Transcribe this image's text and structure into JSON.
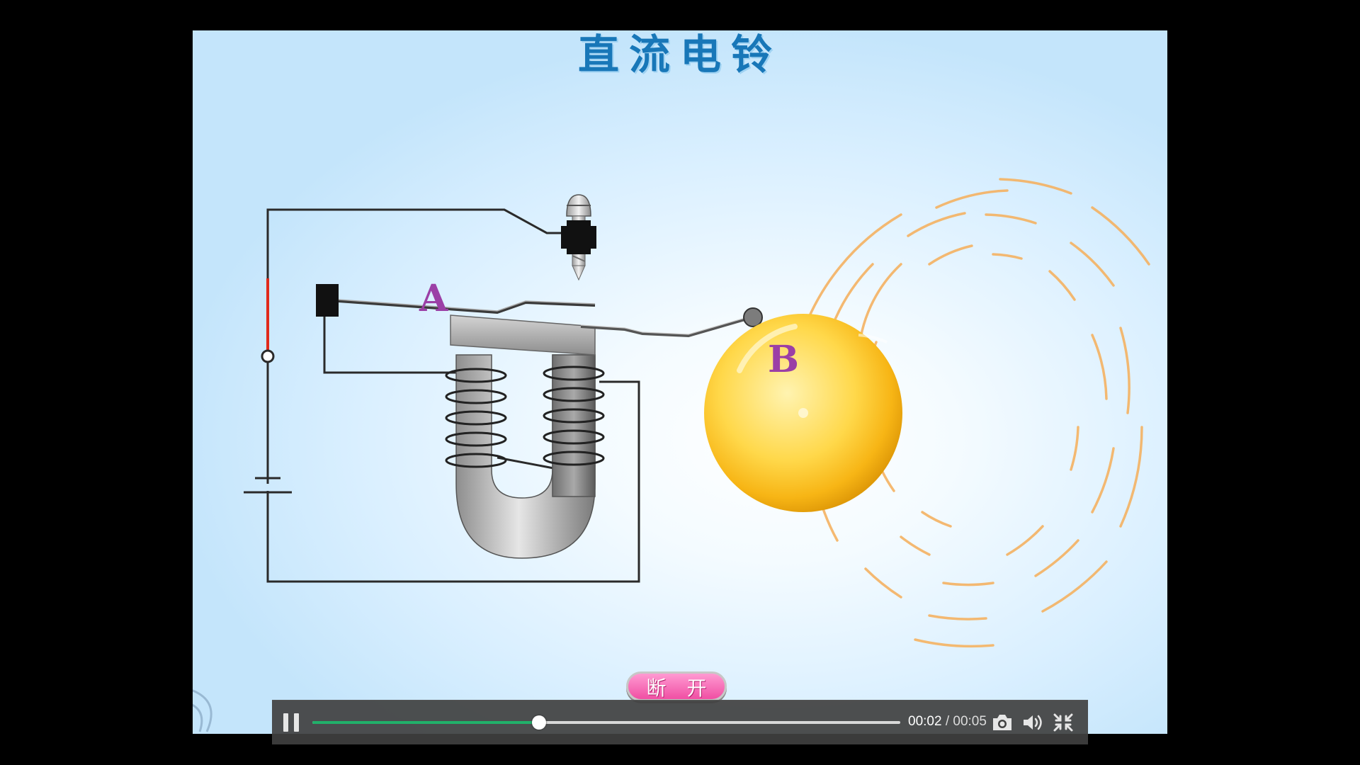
{
  "slide": {
    "title": "直流电铃",
    "label_a": "A",
    "label_b": "B",
    "button_label": "断 开"
  },
  "player": {
    "current_time": "00:02",
    "separator": "/",
    "duration": "00:05",
    "progress_fraction": 0.385,
    "icons": [
      "pause-icon",
      "camera-icon",
      "volume-icon",
      "exit-fullscreen-icon"
    ]
  },
  "colors": {
    "title": "#1877b8",
    "label": "#9b3fa6",
    "bell": "#f7b515",
    "progress": "#21b06a",
    "button": "#f04fa3"
  }
}
